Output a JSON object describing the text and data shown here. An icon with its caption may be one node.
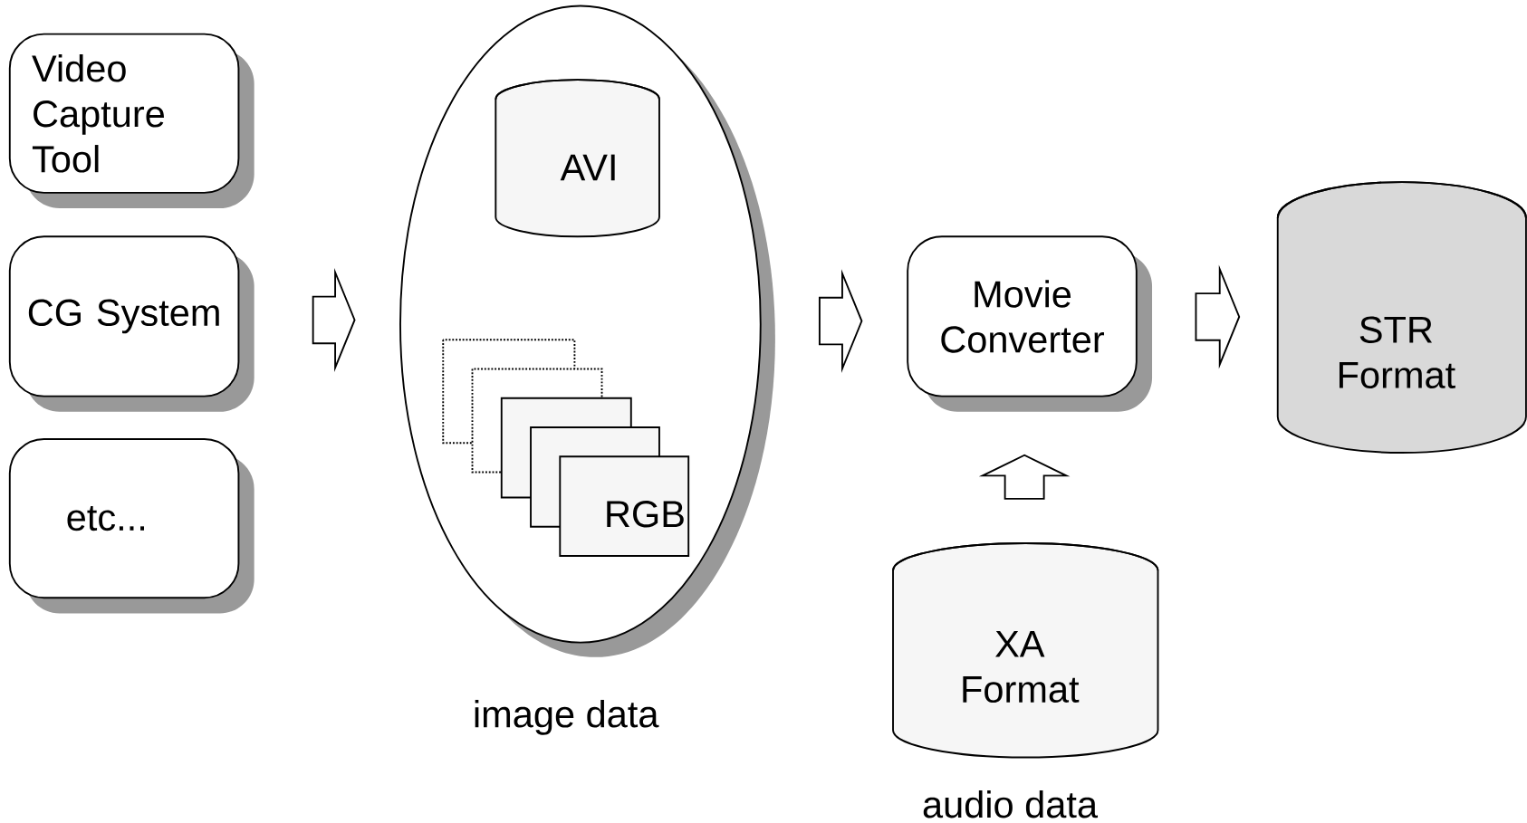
{
  "diagram": {
    "nodes": [
      {
        "text": [
          "Video Capture Tool"
        ]
      },
      {
        "text": [
          "CG System"
        ]
      },
      {
        "text": [
          "etc..."
        ]
      },
      {
        "text": [
          "image data"
        ]
      },
      {
        "text": [
          "AVI"
        ],
        "in": 3
      },
      {
        "text": [
          "RGB"
        ],
        "in": 3
      },
      {
        "text": [
          "Movie Converter"
        ]
      },
      {
        "text": [
          "STR Format"
        ]
      },
      {
        "text": [
          "XA Format"
        ],
        "beside": [
          "audio data"
        ]
      }
    ],
    "edges": [
      {
        "from": 1,
        "to": 3,
        "arrow": "to"
      },
      {
        "from": 3,
        "to": 6,
        "arrow": "to"
      },
      {
        "from": 6,
        "to": 7,
        "arrow": "to"
      },
      {
        "from": 8,
        "to": 6,
        "arrow": "to"
      }
    ]
  }
}
